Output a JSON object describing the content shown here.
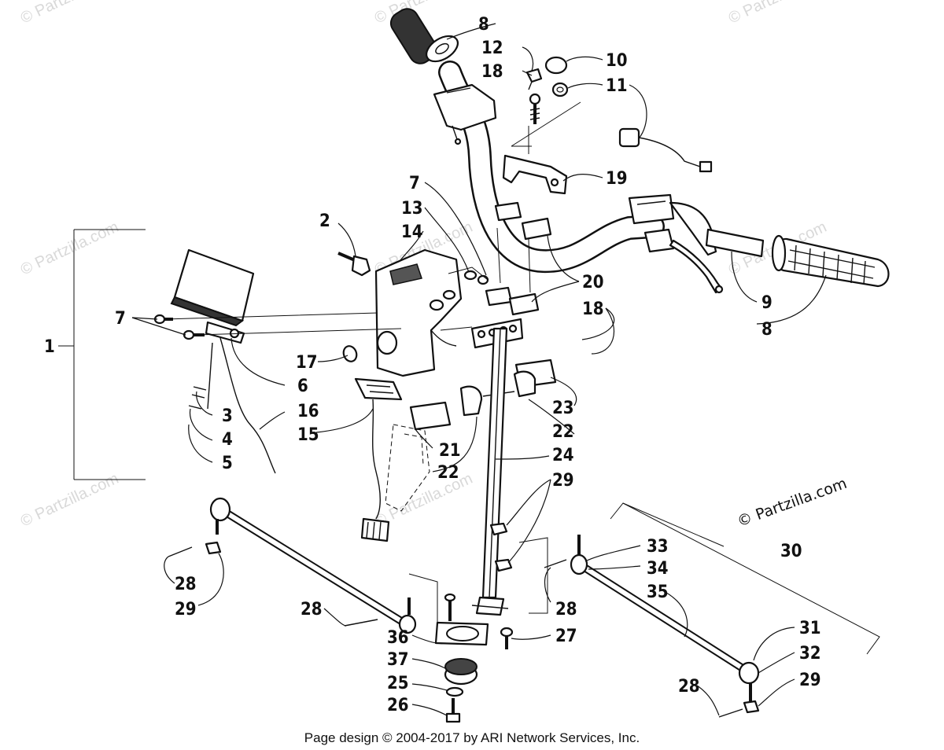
{
  "diagram": {
    "footer": "Page design © 2004-2017 by ARI Network Services, Inc.",
    "copyright": "© Partzilla.com",
    "watermarks": [
      {
        "id": "wm1",
        "text": "© Partzilla.com"
      },
      {
        "id": "wm2",
        "text": "© Partzilla.com"
      },
      {
        "id": "wm3",
        "text": "© Partzilla.com"
      },
      {
        "id": "wm4",
        "text": "© Partzilla.com"
      },
      {
        "id": "wm5",
        "text": "© Partzilla.com"
      },
      {
        "id": "wm6",
        "text": "© Partzilla.com"
      },
      {
        "id": "wm7",
        "text": "© Partzilla.com"
      },
      {
        "id": "wm8",
        "text": "© Partzilla.com"
      }
    ],
    "callouts": [
      {
        "id": "c8a",
        "text": "8"
      },
      {
        "id": "c12",
        "text": "12"
      },
      {
        "id": "c18a",
        "text": "18"
      },
      {
        "id": "c10",
        "text": "10"
      },
      {
        "id": "c11",
        "text": "11"
      },
      {
        "id": "c19",
        "text": "19"
      },
      {
        "id": "c7a",
        "text": "7"
      },
      {
        "id": "c13",
        "text": "13"
      },
      {
        "id": "c14",
        "text": "14"
      },
      {
        "id": "c2",
        "text": "2"
      },
      {
        "id": "c20",
        "text": "20"
      },
      {
        "id": "c18b",
        "text": "18"
      },
      {
        "id": "c9",
        "text": "9"
      },
      {
        "id": "c8b",
        "text": "8"
      },
      {
        "id": "c1",
        "text": "1"
      },
      {
        "id": "c7b",
        "text": "7"
      },
      {
        "id": "c17",
        "text": "17"
      },
      {
        "id": "c6",
        "text": "6"
      },
      {
        "id": "c3",
        "text": "3"
      },
      {
        "id": "c16",
        "text": "16"
      },
      {
        "id": "c4",
        "text": "4"
      },
      {
        "id": "c15",
        "text": "15"
      },
      {
        "id": "c5",
        "text": "5"
      },
      {
        "id": "c23",
        "text": "23"
      },
      {
        "id": "c22a",
        "text": "22"
      },
      {
        "id": "c21",
        "text": "21"
      },
      {
        "id": "c24",
        "text": "24"
      },
      {
        "id": "c22b",
        "text": "22"
      },
      {
        "id": "c29a",
        "text": "29"
      },
      {
        "id": "c30",
        "text": "30"
      },
      {
        "id": "c33",
        "text": "33"
      },
      {
        "id": "c34",
        "text": "34"
      },
      {
        "id": "c35",
        "text": "35"
      },
      {
        "id": "c28a",
        "text": "28"
      },
      {
        "id": "c29b",
        "text": "29"
      },
      {
        "id": "c28b",
        "text": "28"
      },
      {
        "id": "c28c",
        "text": "28"
      },
      {
        "id": "c36",
        "text": "36"
      },
      {
        "id": "c27",
        "text": "27"
      },
      {
        "id": "c31",
        "text": "31"
      },
      {
        "id": "c32",
        "text": "32"
      },
      {
        "id": "c37",
        "text": "37"
      },
      {
        "id": "c25",
        "text": "25"
      },
      {
        "id": "c26",
        "text": "26"
      },
      {
        "id": "c28d",
        "text": "28"
      },
      {
        "id": "c29c",
        "text": "29"
      }
    ]
  }
}
